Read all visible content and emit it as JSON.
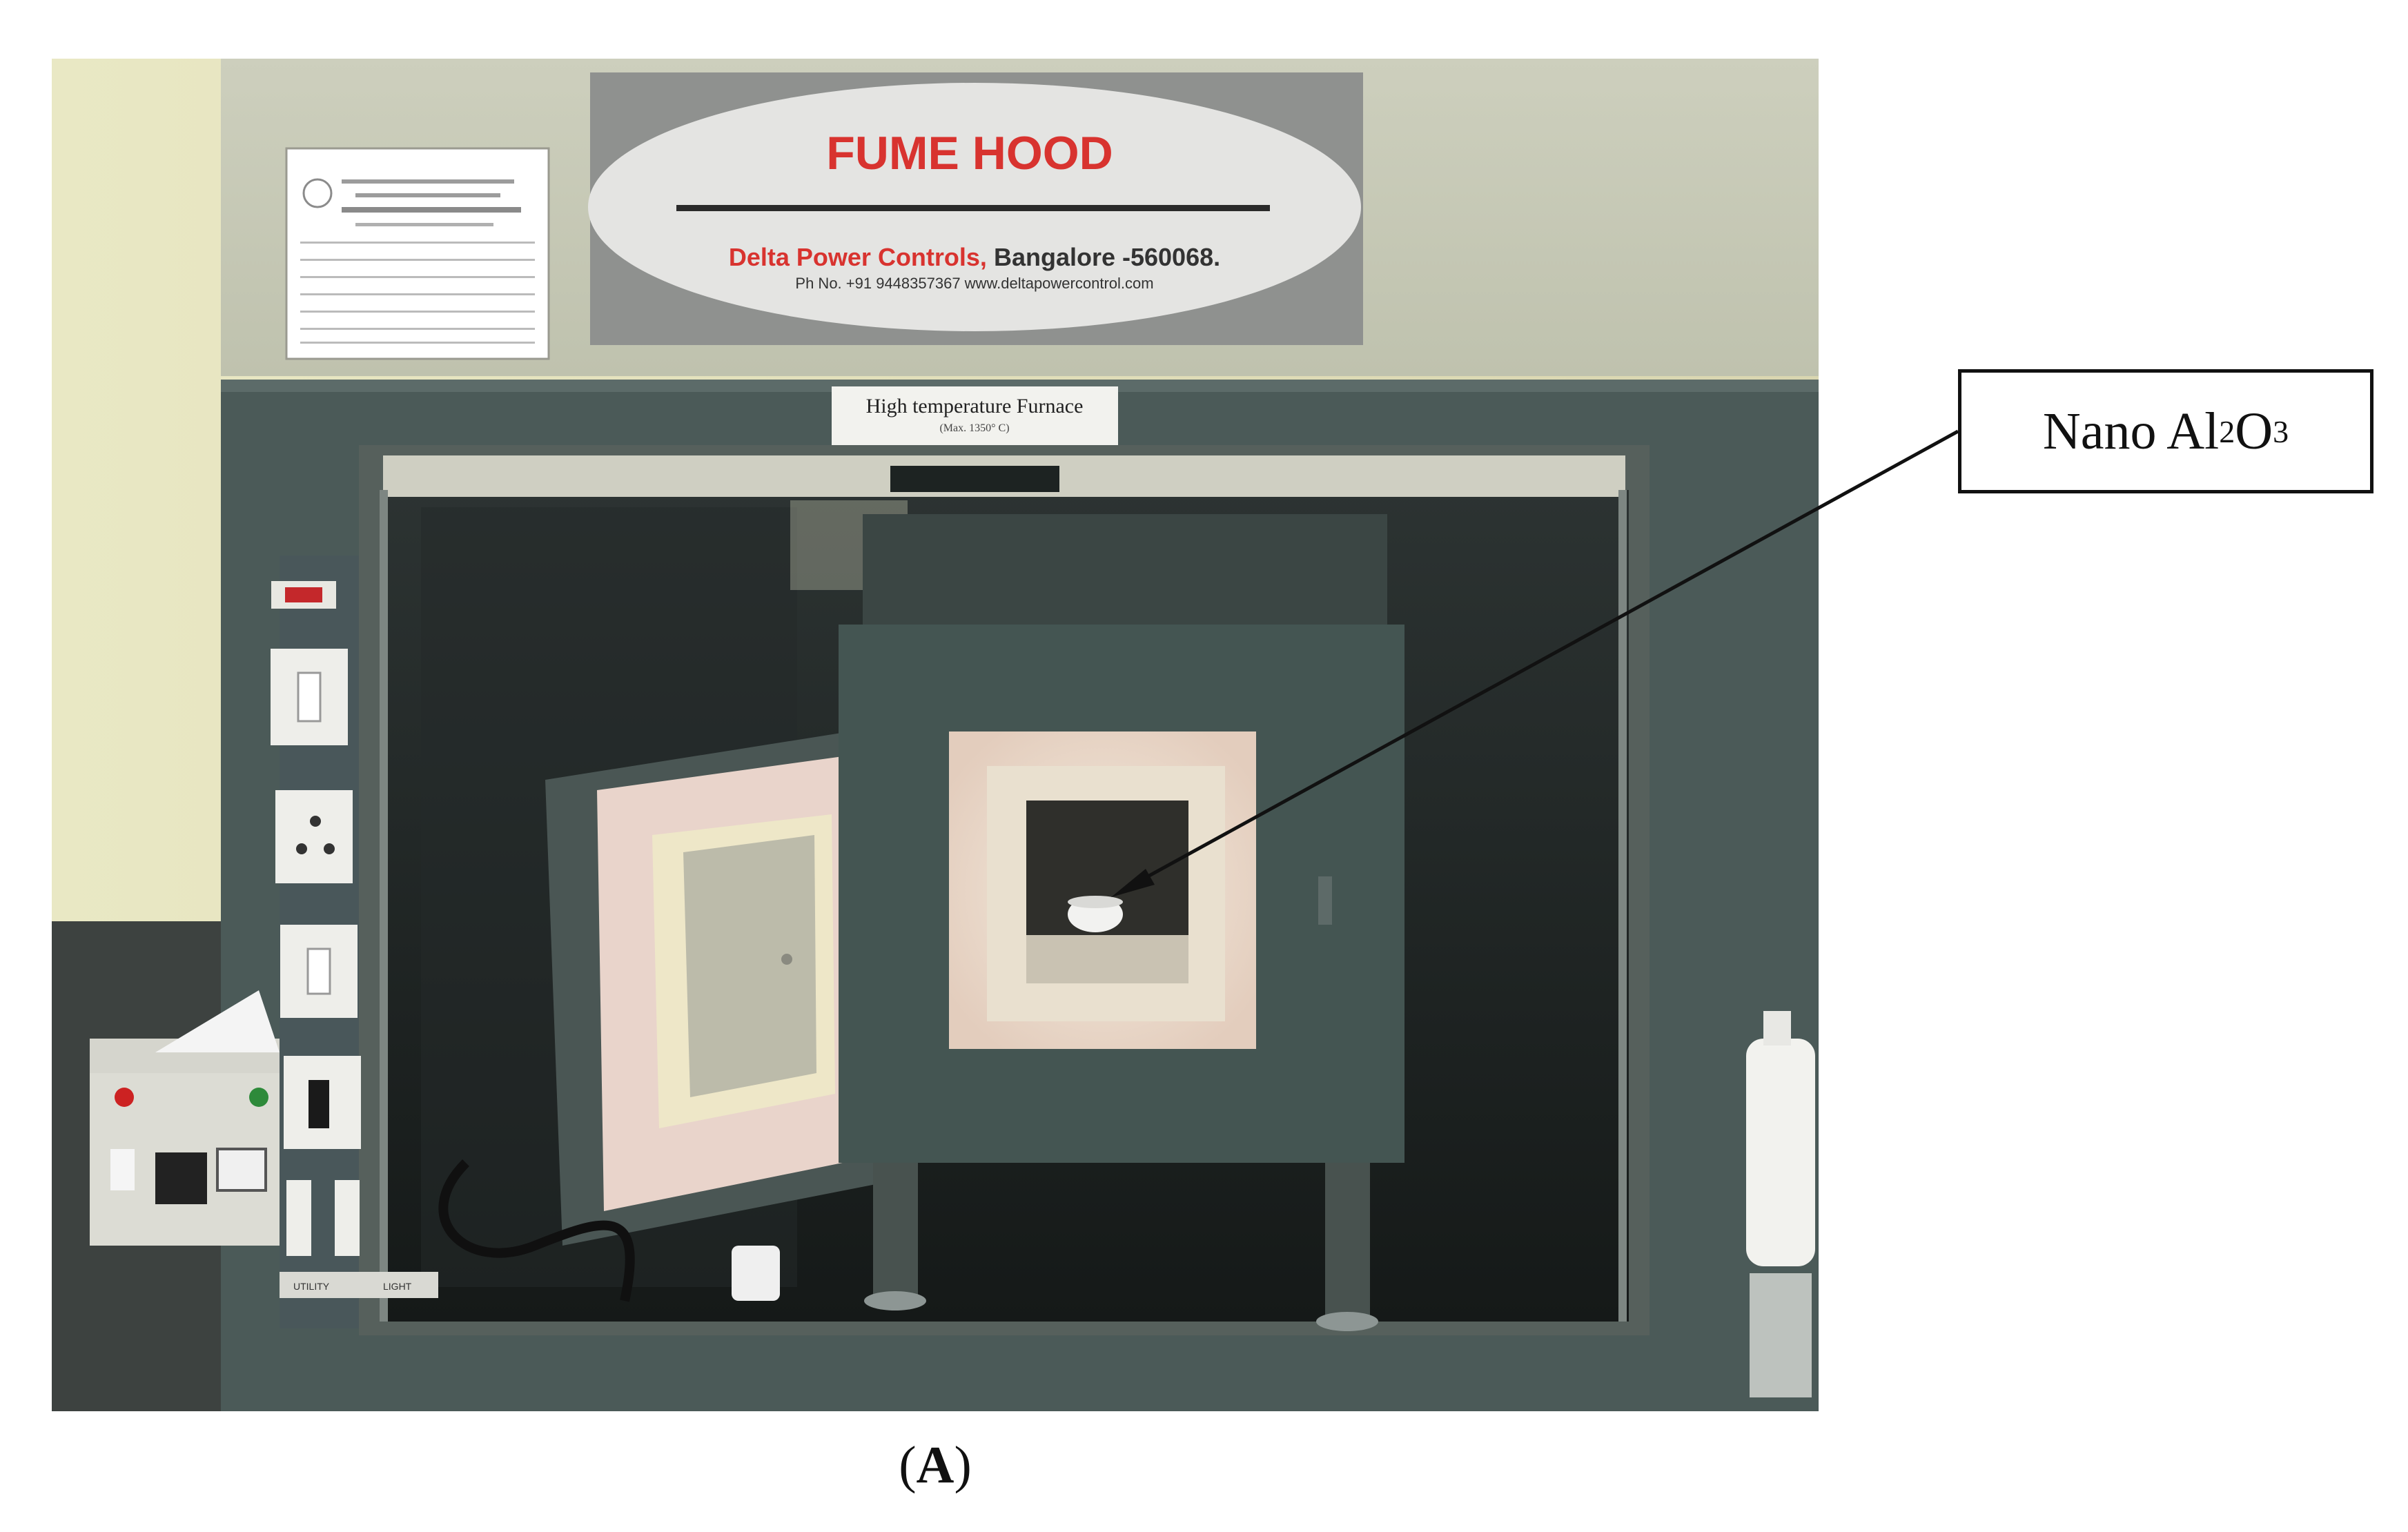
{
  "photo": {
    "hood_sign_title": "FUME HOOD",
    "hood_sign_company": "Delta Power Controls,",
    "hood_sign_city": "Bangalore -560068.",
    "hood_sign_contact": "Ph No. +91 9448357367 www.deltapowercontrol.com",
    "furnace_label_title": "High temperature Furnace",
    "furnace_label_sub": "(Max. 1350° C)",
    "panel_label_left": "UTILITY",
    "panel_label_right": "LIGHT",
    "colors": {
      "hood_upper": "#c9cbb9",
      "hood_frame": "#4b5a58",
      "furnace_body": "#445552",
      "sign_red": "#d8332f",
      "insulation": "#efe2d3",
      "wall": "#ecebc8"
    }
  },
  "annotation": {
    "label_prefix": "Nano Al",
    "sub1": "2",
    "label_mid": "O",
    "sub2": "3"
  },
  "caption": {
    "open": "(",
    "letter": "A",
    "close": ")"
  }
}
